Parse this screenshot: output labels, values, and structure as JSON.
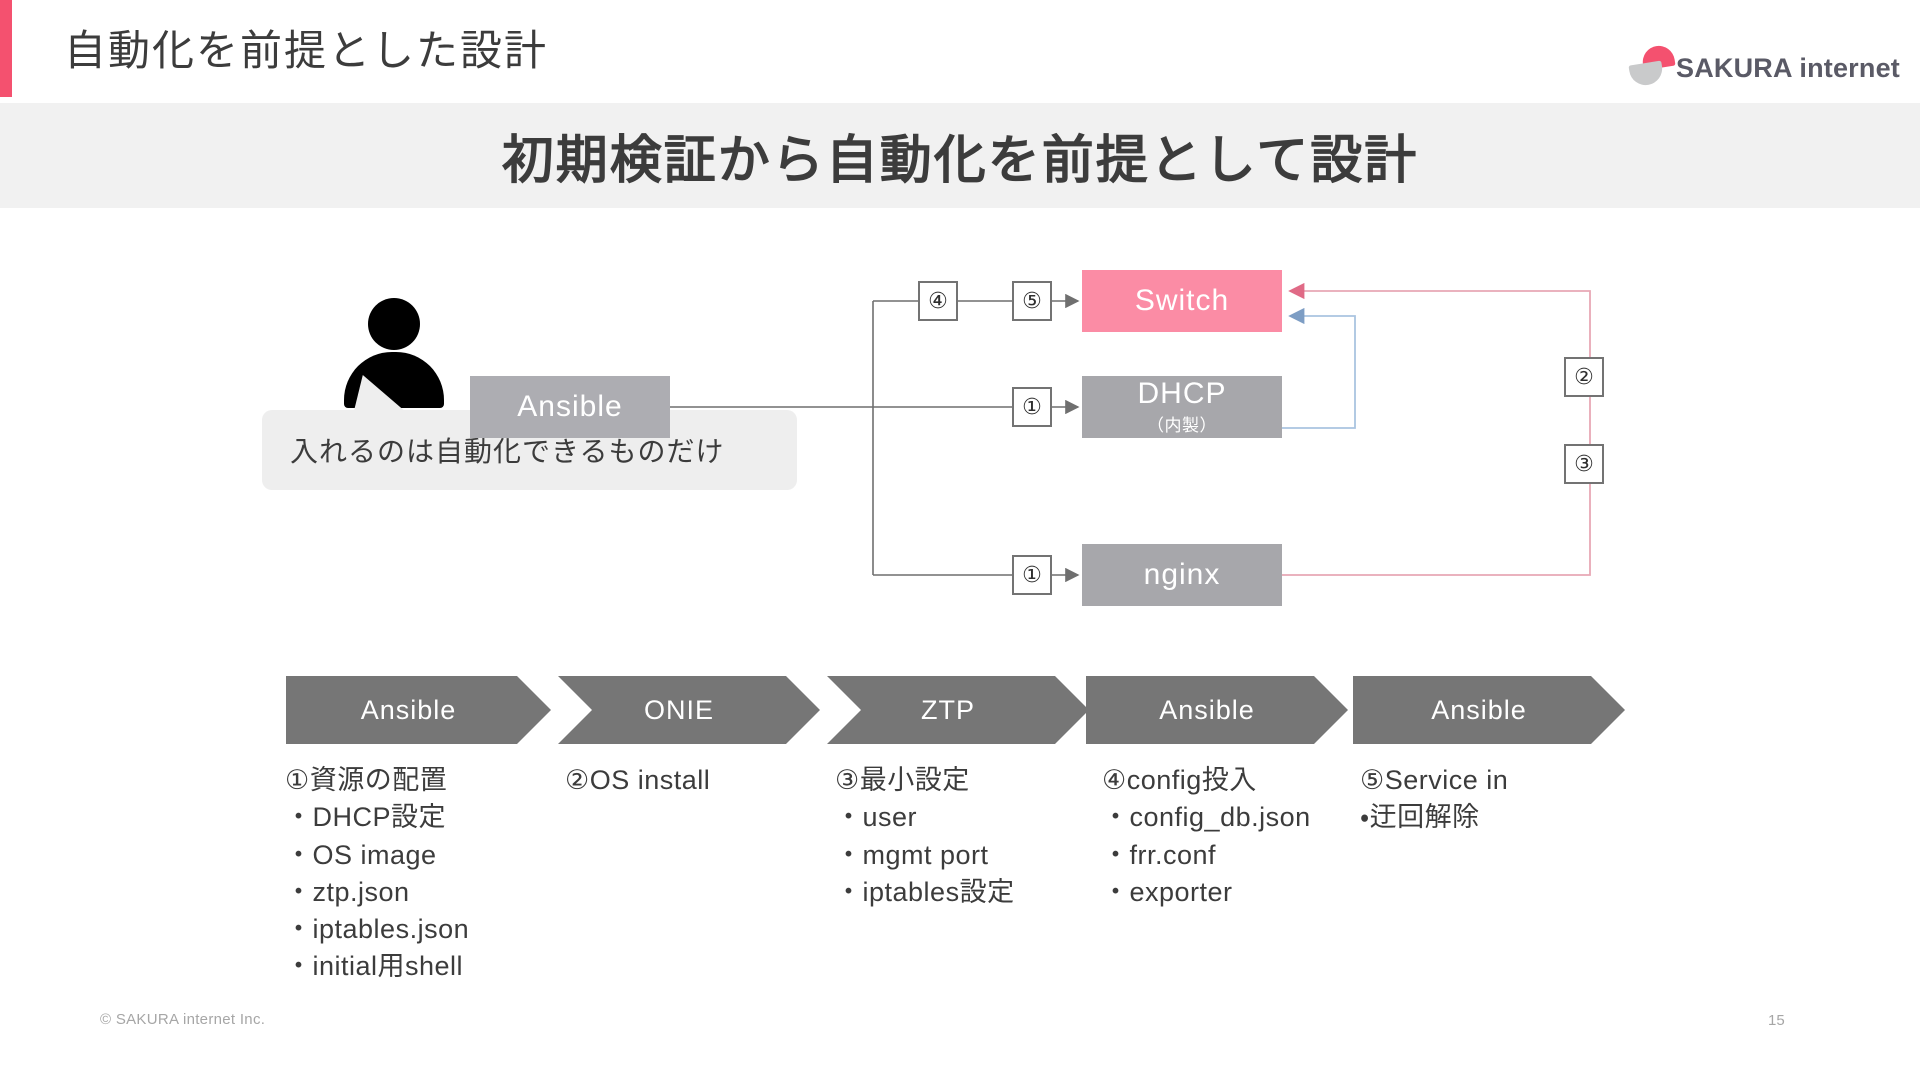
{
  "header": {
    "title": "自動化を前提とした設計",
    "logo": {
      "text": "SAKURA internet",
      "pink": "#f4516f",
      "gray": "#c9cacb"
    }
  },
  "band": {
    "title": "初期検証から自動化を前提として設計"
  },
  "diagram": {
    "person_label": "user-person-icon",
    "bubble": "入れるのは自動化できるものだけ",
    "nodes": [
      {
        "id": "ansible",
        "label": "Ansible",
        "sub": "",
        "color": "#adadb2"
      },
      {
        "id": "switch",
        "label": "Switch",
        "sub": "",
        "color": "#fb8ca5"
      },
      {
        "id": "dhcp",
        "label": "DHCP",
        "sub": "（内製）",
        "color": "#a7a7ab"
      },
      {
        "id": "nginx",
        "label": "nginx",
        "sub": "",
        "color": "#a7a7ab"
      }
    ],
    "step_markers": [
      {
        "id": "m4",
        "label": "④"
      },
      {
        "id": "m5",
        "label": "⑤"
      },
      {
        "id": "m1a",
        "label": "①"
      },
      {
        "id": "m1b",
        "label": "①"
      },
      {
        "id": "m2",
        "label": "②"
      },
      {
        "id": "m3",
        "label": "③"
      }
    ],
    "line_colors": {
      "black": "#6f6f6f",
      "pink": "#e8a8b5",
      "blue": "#aac4e0"
    }
  },
  "ribbon": [
    {
      "label": "Ansible"
    },
    {
      "label": "ONIE"
    },
    {
      "label": "ZTP"
    },
    {
      "label": "Ansible"
    },
    {
      "label": "Ansible"
    }
  ],
  "columns": [
    {
      "head": "①資源の配置",
      "items": [
        "・DHCP設定",
        "・OS image",
        "・ztp.json",
        "・iptables.json",
        "・initial用shell"
      ]
    },
    {
      "head": "②OS install",
      "items": []
    },
    {
      "head": "③最小設定",
      "items": [
        "・user",
        "・mgmt port",
        "・iptables設定"
      ]
    },
    {
      "head": "④config投入",
      "items": [
        "・config_db.json",
        "・frr.conf",
        "・exporter"
      ]
    },
    {
      "head": "⑤Service in",
      "items": [
        "・迂回解除"
      ]
    }
  ],
  "footer": {
    "copyright": "© SAKURA internet Inc.",
    "page": "15"
  }
}
